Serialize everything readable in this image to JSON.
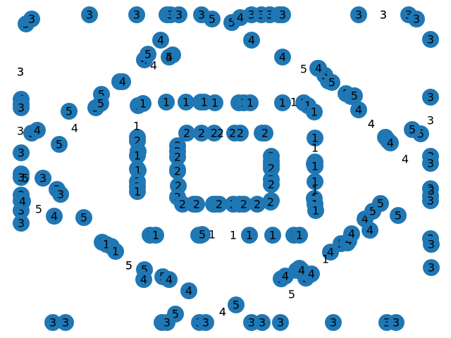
{
  "graph": {
    "node_color": "#1f77b4",
    "label_color": "#000000",
    "nodes": [
      "3",
      "3",
      "3",
      "3",
      "3",
      "3",
      "3",
      "3",
      "3",
      "3",
      "3",
      "3",
      "3",
      "5",
      "5",
      "4",
      "4",
      "4",
      "4",
      "4",
      "5",
      "4",
      "5",
      "3",
      "3",
      "3",
      "3",
      "3",
      "3",
      "3",
      "3",
      "3",
      "3",
      "3",
      "4",
      "4",
      "5",
      "5",
      "5",
      "5",
      "5",
      "4",
      "4",
      "4",
      "5",
      "5",
      "5",
      "5",
      "1",
      "1",
      "1",
      "1",
      "1",
      "1",
      "1",
      "1",
      "1",
      "1",
      "1",
      "1",
      "1",
      "1",
      "1",
      "1",
      "2",
      "2",
      "2",
      "2",
      "2",
      "2",
      "2",
      "2",
      "2",
      "2",
      "2",
      "2",
      "2",
      "2",
      "2",
      "2",
      "2",
      "2",
      "2",
      "2",
      "2",
      "2",
      "2",
      "2",
      "2",
      "2",
      "2",
      "2",
      "2",
      "2",
      "2",
      "2",
      "2",
      "2",
      "2",
      "1",
      "1",
      "1",
      "1",
      "1",
      "1",
      "1",
      "1",
      "1",
      "1",
      "1",
      "1",
      "1",
      "1",
      "1",
      "1",
      "1",
      "1",
      "1",
      "1",
      "1",
      "1",
      "1",
      "1",
      "5",
      "4",
      "5",
      "4",
      "5",
      "4",
      "4",
      "5",
      "5",
      "4",
      "4",
      "4",
      "4",
      "5",
      "5",
      "5",
      "5",
      "4",
      "5",
      "4",
      "5",
      "5",
      "4",
      "4",
      "4",
      "5",
      "4",
      "4",
      "3",
      "3",
      "3",
      "3",
      "3",
      "3",
      "3",
      "3",
      "3",
      "3",
      "3",
      "3",
      "3",
      "3",
      "3",
      "3",
      "3",
      "3",
      "3",
      "3",
      "3",
      "3",
      "3",
      "3",
      "3",
      "5",
      "4",
      "5",
      "4",
      "5",
      "5",
      "5",
      "4",
      "4",
      "4",
      "4",
      "5",
      "5",
      "4",
      "5",
      "4",
      "4",
      "4",
      "4",
      "5",
      "4",
      "5",
      "4",
      "5",
      "5",
      "4",
      "5",
      "5",
      "4",
      "4",
      "5",
      "3",
      "3",
      "3",
      "3",
      "3",
      "3",
      "3",
      "3",
      "3",
      "3",
      "3",
      "4",
      "5",
      "4",
      "4",
      "4",
      "3",
      "3",
      "3",
      "3",
      "3",
      "3",
      "3",
      "3",
      "3"
    ],
    "free_labels": [
      "3",
      "3",
      "3",
      "4",
      "1",
      "1",
      "1",
      "1",
      "2",
      "2",
      "1",
      "1",
      "1",
      "5",
      "4",
      "4",
      "5",
      "3",
      "5",
      "5",
      "4",
      "3",
      "4",
      "5",
      "5",
      "4",
      "4",
      "3",
      "4",
      "3"
    ]
  }
}
